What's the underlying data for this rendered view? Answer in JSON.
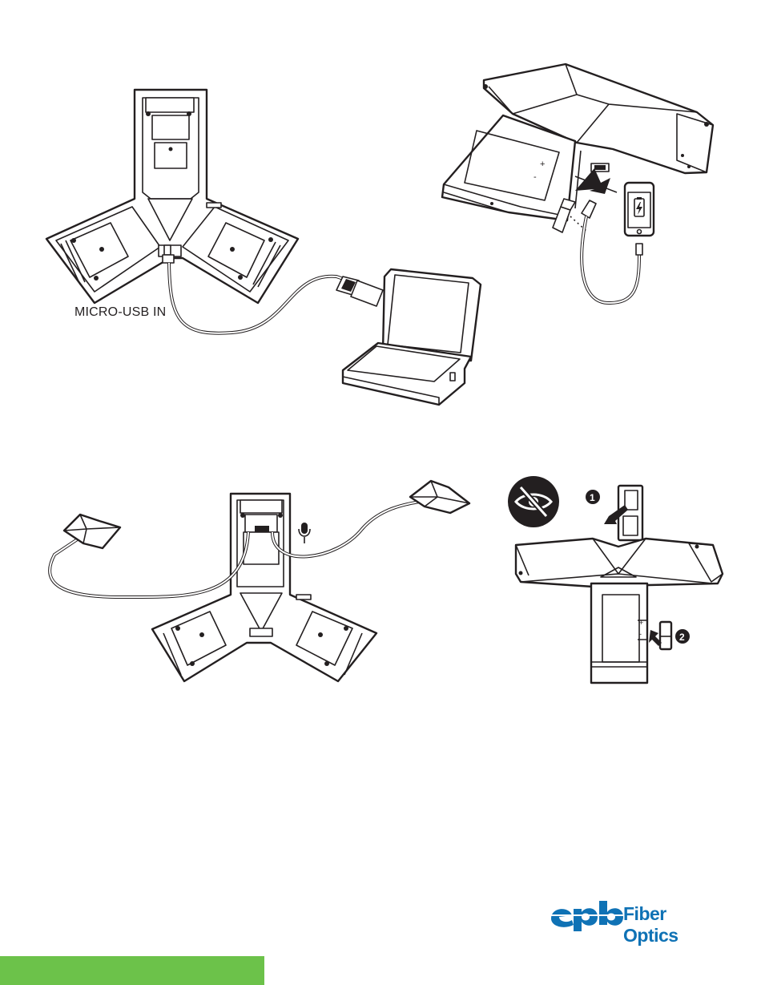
{
  "diagram_top_left": {
    "port_label": "MICRO-USB IN"
  },
  "steps": {
    "one": "1",
    "two": "2"
  },
  "logo": {
    "brand": "epb",
    "text": "Fiber Optics",
    "color": "#0f72b5"
  },
  "footer": {
    "bar_color": "#6cc24a"
  },
  "icons": [
    "microphone-icon",
    "no-look-eye-icon",
    "battery-charging-icon",
    "arrow-icon"
  ]
}
